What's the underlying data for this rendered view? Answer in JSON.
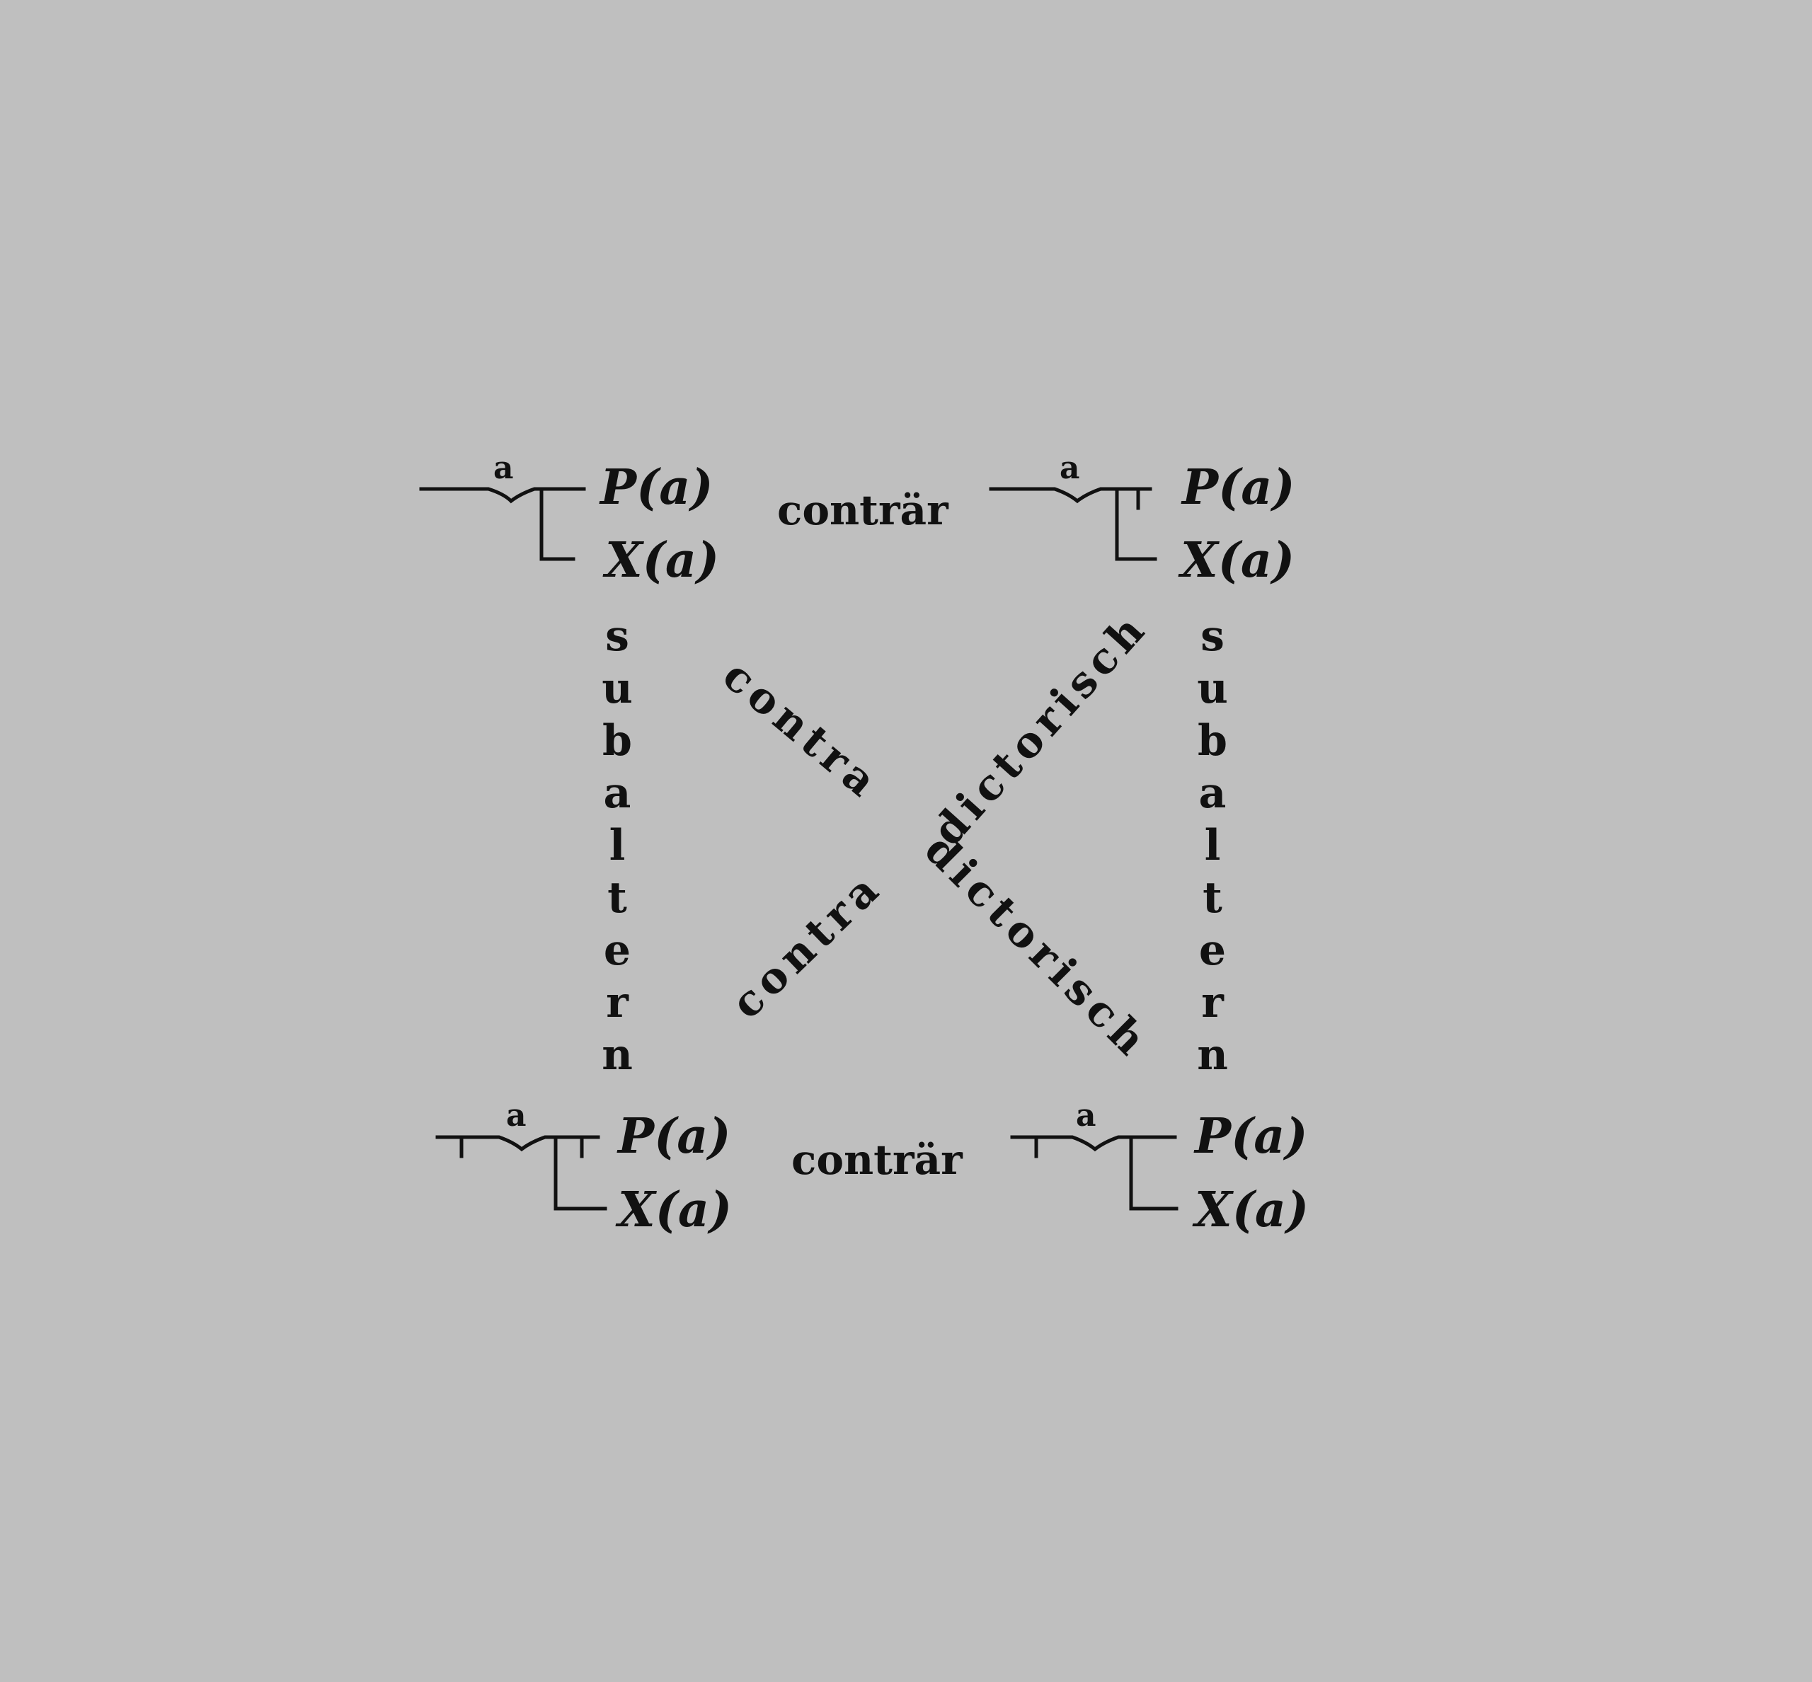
{
  "corners": {
    "top_left": {
      "bound_variable": "a",
      "predicate": "P(a)",
      "subject": "X(a)",
      "outer_negation": false,
      "inner_negation": false
    },
    "top_right": {
      "bound_variable": "a",
      "predicate": "P(a)",
      "subject": "X(a)",
      "outer_negation": false,
      "inner_negation": true
    },
    "bottom_left": {
      "bound_variable": "a",
      "predicate": "P(a)",
      "subject": "X(a)",
      "outer_negation": true,
      "inner_negation": true
    },
    "bottom_right": {
      "bound_variable": "a",
      "predicate": "P(a)",
      "subject": "X(a)",
      "outer_negation": true,
      "inner_negation": false
    }
  },
  "relations": {
    "top": "conträr",
    "bottom": "conträr",
    "left": "subaltern",
    "right": "subaltern",
    "diagonal_upper_left": "contra",
    "diagonal_upper_right": "dictorisch",
    "diagonal_lower_left": "contra",
    "diagonal_lower_right": "dictorisch"
  }
}
